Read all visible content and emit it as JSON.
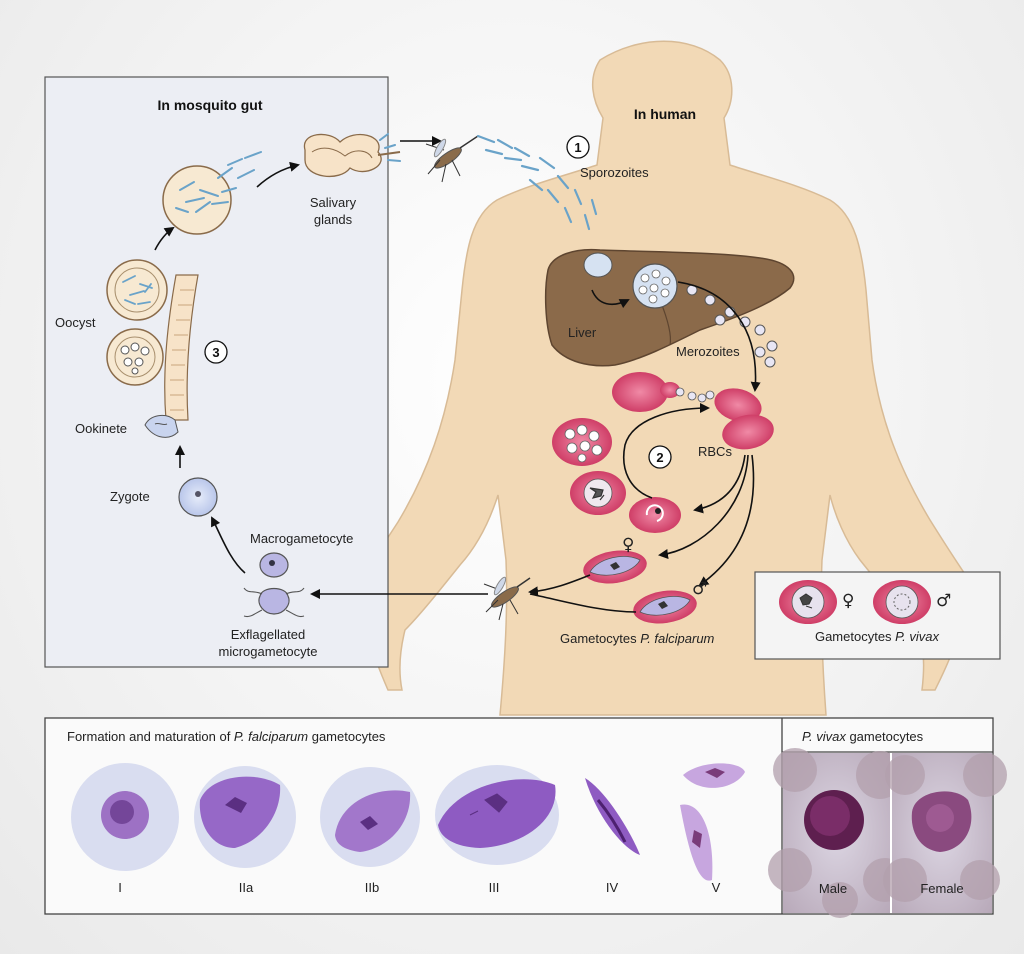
{
  "mosquito_panel": {
    "title": "In mosquito gut",
    "salivary_glands": [
      "Salivary",
      "glands"
    ],
    "oocyst": "Oocyst",
    "stage_number": "3",
    "ookinete": "Ookinete",
    "zygote": "Zygote",
    "macrogametocyte": "Macrogametocyte",
    "microgametocyte": [
      "Exflagellated",
      "microgametocyte"
    ]
  },
  "human": {
    "title": "In human",
    "stage1_number": "1",
    "sporozoites": "Sporozoites",
    "liver": "Liver",
    "merozoites": "Merozoites",
    "stage2_number": "2",
    "rbcs": "RBCs",
    "female_symbol": "♀",
    "male_symbol": "♂",
    "gametocytes_pf_prefix": "Gametocytes ",
    "gametocytes_pf_species": "P. falciparum"
  },
  "vivax_box": {
    "prefix": "Gametocytes ",
    "species": "P. vivax",
    "female_symbol": "♀",
    "male_symbol": "♂"
  },
  "bottom_left": {
    "title_prefix": "Formation and maturation of ",
    "title_species": "P. falciparum",
    "title_suffix": " gametocytes",
    "stages": [
      "I",
      "IIa",
      "IIb",
      "III",
      "IV",
      "V"
    ]
  },
  "bottom_right": {
    "title_species": "P. vivax",
    "title_suffix": " gametocytes",
    "male": "Male",
    "female": "Female"
  },
  "colors": {
    "skin": "#f2d9b6",
    "panel_bg": "#eceef4",
    "liver": "#8b6a4a",
    "rbc": "#d9557a",
    "stain": "#8e5bc2"
  }
}
